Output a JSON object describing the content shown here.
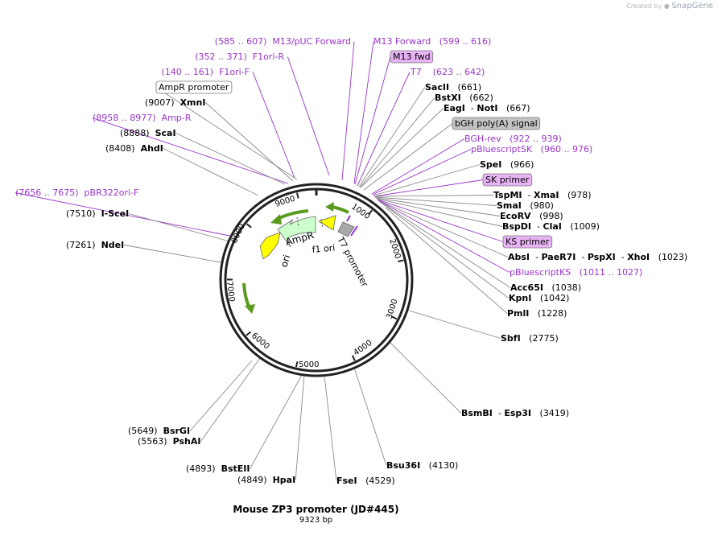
{
  "brand": {
    "prefix": "Created by",
    "name": "SnapGene"
  },
  "plasmid": {
    "name": "Mouse ZP3 promoter (JD#445)",
    "length_label": "9323 bp",
    "length": 9323
  },
  "ticks": [
    "1000",
    "2000",
    "3000",
    "4000",
    "5000",
    "6000",
    "7000",
    "8000",
    "9000"
  ],
  "features": [
    {
      "label": "AmpR",
      "kind": "arrow",
      "color": "#ccffcc"
    },
    {
      "label": "ori",
      "kind": "arrow",
      "color": "#ffff00"
    },
    {
      "label": "f1 ori",
      "kind": "arrow",
      "color": "#ccffcc"
    },
    {
      "label": "T7 promoter",
      "kind": "arrow",
      "color": "#ffff00"
    }
  ],
  "labels": [
    {
      "id": "m13puc",
      "style": "primer",
      "parts": [
        {
          "t": "(585 .. 607)  M13/pUC Forward",
          "k": "p"
        }
      ]
    },
    {
      "id": "m13fwd-primer",
      "style": "primer",
      "parts": [
        {
          "t": "M13 Forward",
          "k": "p"
        },
        {
          "t": "   (599 .. 616)",
          "k": "p"
        }
      ]
    },
    {
      "id": "f1ori-r",
      "style": "primer",
      "parts": [
        {
          "t": "(352 .. 371)  F1ori-R",
          "k": "p"
        }
      ]
    },
    {
      "id": "m13fwd-box",
      "style": "primerbox",
      "parts": [
        {
          "t": "M13 fwd",
          "k": "d"
        }
      ]
    },
    {
      "id": "f1ori-f",
      "style": "primer",
      "parts": [
        {
          "t": "(140 .. 161)  F1ori-F",
          "k": "p"
        }
      ]
    },
    {
      "id": "t7",
      "style": "primer",
      "parts": [
        {
          "t": "T7",
          "k": "p"
        },
        {
          "t": "    (623 .. 642)",
          "k": "p"
        }
      ]
    },
    {
      "id": "ampr-promoter",
      "style": "box",
      "parts": [
        {
          "t": "AmpR promoter",
          "k": "d"
        }
      ]
    },
    {
      "id": "sacii",
      "style": "site",
      "parts": [
        {
          "t": "SacII",
          "k": "b"
        },
        {
          "t": "   (661)",
          "k": "n"
        }
      ]
    },
    {
      "id": "bstxi",
      "style": "site",
      "parts": [
        {
          "t": "BstXI",
          "k": "b"
        },
        {
          "t": "   (662)",
          "k": "n"
        }
      ]
    },
    {
      "id": "xmni",
      "style": "site",
      "parts": [
        {
          "t": "(9007)  ",
          "k": "n"
        },
        {
          "t": "XmnI",
          "k": "b"
        }
      ]
    },
    {
      "id": "eagi-noti",
      "style": "site",
      "parts": [
        {
          "t": "EagI",
          "k": "b"
        },
        {
          "t": "  - ",
          "k": "n"
        },
        {
          "t": "NotI",
          "k": "b"
        },
        {
          "t": "   (667)",
          "k": "n"
        }
      ]
    },
    {
      "id": "amp-r",
      "style": "primer",
      "parts": [
        {
          "t": "(8958 .. 8977)  Amp-R",
          "k": "p"
        }
      ]
    },
    {
      "id": "bgh",
      "style": "graybox",
      "parts": [
        {
          "t": "bGH poly(A) signal",
          "k": "d"
        }
      ]
    },
    {
      "id": "scai",
      "style": "site",
      "parts": [
        {
          "t": "(8888)  ",
          "k": "n"
        },
        {
          "t": "ScaI",
          "k": "b"
        }
      ]
    },
    {
      "id": "bgh-rev",
      "style": "primer",
      "parts": [
        {
          "t": "BGH-rev",
          "k": "p"
        },
        {
          "t": "   (922 .. 939)",
          "k": "p"
        }
      ]
    },
    {
      "id": "ahdi",
      "style": "site",
      "parts": [
        {
          "t": "(8408)  ",
          "k": "n"
        },
        {
          "t": "AhdI",
          "k": "b"
        }
      ]
    },
    {
      "id": "pbsk",
      "style": "primer",
      "parts": [
        {
          "t": "pBluescriptSK",
          "k": "p"
        },
        {
          "t": "   (960 .. 976)",
          "k": "p"
        }
      ]
    },
    {
      "id": "spei",
      "style": "site",
      "parts": [
        {
          "t": "SpeI",
          "k": "b"
        },
        {
          "t": "   (966)",
          "k": "n"
        }
      ]
    },
    {
      "id": "sk-primer",
      "style": "primerbox",
      "parts": [
        {
          "t": "SK primer",
          "k": "d"
        }
      ]
    },
    {
      "id": "pbr322",
      "style": "primer",
      "parts": [
        {
          "t": "(7656 .. 7675)  pBR322ori-F",
          "k": "p"
        }
      ]
    },
    {
      "id": "tspmi",
      "style": "site",
      "parts": [
        {
          "t": "TspMI",
          "k": "b"
        },
        {
          "t": "  - ",
          "k": "n"
        },
        {
          "t": "XmaI",
          "k": "b"
        },
        {
          "t": "   (978)",
          "k": "n"
        }
      ]
    },
    {
      "id": "smai",
      "style": "site",
      "parts": [
        {
          "t": "SmaI",
          "k": "b"
        },
        {
          "t": "   (980)",
          "k": "n"
        }
      ]
    },
    {
      "id": "iscei",
      "style": "site",
      "parts": [
        {
          "t": "(7510)  ",
          "k": "n"
        },
        {
          "t": "I-SceI",
          "k": "b"
        }
      ]
    },
    {
      "id": "ecorv",
      "style": "site",
      "parts": [
        {
          "t": "EcoRV",
          "k": "b"
        },
        {
          "t": "   (998)",
          "k": "n"
        }
      ]
    },
    {
      "id": "bspdi",
      "style": "site",
      "parts": [
        {
          "t": "BspDI",
          "k": "b"
        },
        {
          "t": "  - ",
          "k": "n"
        },
        {
          "t": "ClaI",
          "k": "b"
        },
        {
          "t": "   (1009)",
          "k": "n"
        }
      ]
    },
    {
      "id": "ks-primer",
      "style": "primerbox",
      "parts": [
        {
          "t": "KS primer",
          "k": "d"
        }
      ]
    },
    {
      "id": "ndei",
      "style": "site",
      "parts": [
        {
          "t": "(7261)  ",
          "k": "n"
        },
        {
          "t": "NdeI",
          "k": "b"
        }
      ]
    },
    {
      "id": "absi",
      "style": "site",
      "parts": [
        {
          "t": "AbsI",
          "k": "b"
        },
        {
          "t": "  - ",
          "k": "n"
        },
        {
          "t": "PaeR7I",
          "k": "b"
        },
        {
          "t": "  - ",
          "k": "n"
        },
        {
          "t": "PspXI",
          "k": "b"
        },
        {
          "t": "  - ",
          "k": "n"
        },
        {
          "t": "XhoI",
          "k": "b"
        },
        {
          "t": "   (1023)",
          "k": "n"
        }
      ]
    },
    {
      "id": "pbks",
      "style": "primer",
      "parts": [
        {
          "t": "pBluescriptKS",
          "k": "p"
        },
        {
          "t": "   (1011 .. 1027)",
          "k": "p"
        }
      ]
    },
    {
      "id": "acc65i",
      "style": "site",
      "parts": [
        {
          "t": "Acc65I",
          "k": "b"
        },
        {
          "t": "   (1038)",
          "k": "n"
        }
      ]
    },
    {
      "id": "kpni",
      "style": "site",
      "parts": [
        {
          "t": "KpnI",
          "k": "b"
        },
        {
          "t": "   (1042)",
          "k": "n"
        }
      ]
    },
    {
      "id": "pmli",
      "style": "site",
      "parts": [
        {
          "t": "PmlI",
          "k": "b"
        },
        {
          "t": "   (1228)",
          "k": "n"
        }
      ]
    },
    {
      "id": "sbfi",
      "style": "site",
      "parts": [
        {
          "t": "SbfI",
          "k": "b"
        },
        {
          "t": "   (2775)",
          "k": "n"
        }
      ]
    },
    {
      "id": "bsmbi",
      "style": "site",
      "parts": [
        {
          "t": "BsmBI",
          "k": "b"
        },
        {
          "t": "  - ",
          "k": "n"
        },
        {
          "t": "Esp3I",
          "k": "b"
        },
        {
          "t": "   (3419)",
          "k": "n"
        }
      ]
    },
    {
      "id": "bsrgi",
      "style": "site",
      "parts": [
        {
          "t": "(5649)  ",
          "k": "n"
        },
        {
          "t": "BsrGI",
          "k": "b"
        }
      ]
    },
    {
      "id": "pshai",
      "style": "site",
      "parts": [
        {
          "t": "(5563)  ",
          "k": "n"
        },
        {
          "t": "PshAI",
          "k": "b"
        }
      ]
    },
    {
      "id": "bsu36i",
      "style": "site",
      "parts": [
        {
          "t": "Bsu36I",
          "k": "b"
        },
        {
          "t": "   (4130)",
          "k": "n"
        }
      ]
    },
    {
      "id": "bsteii",
      "style": "site",
      "parts": [
        {
          "t": "(4893)  ",
          "k": "n"
        },
        {
          "t": "BstEII",
          "k": "b"
        }
      ]
    },
    {
      "id": "hpai",
      "style": "site",
      "parts": [
        {
          "t": "(4849)  ",
          "k": "n"
        },
        {
          "t": "HpaI",
          "k": "b"
        }
      ]
    },
    {
      "id": "fsei",
      "style": "site",
      "parts": [
        {
          "t": "FseI",
          "k": "b"
        },
        {
          "t": "   (4529)",
          "k": "n"
        }
      ]
    }
  ],
  "colors": {
    "primer": "#9933cc",
    "primer_box": "#e8b3f5",
    "gray_box": "#c4c4c4",
    "leader": "#8a8a8a",
    "backbone": "#222222"
  }
}
